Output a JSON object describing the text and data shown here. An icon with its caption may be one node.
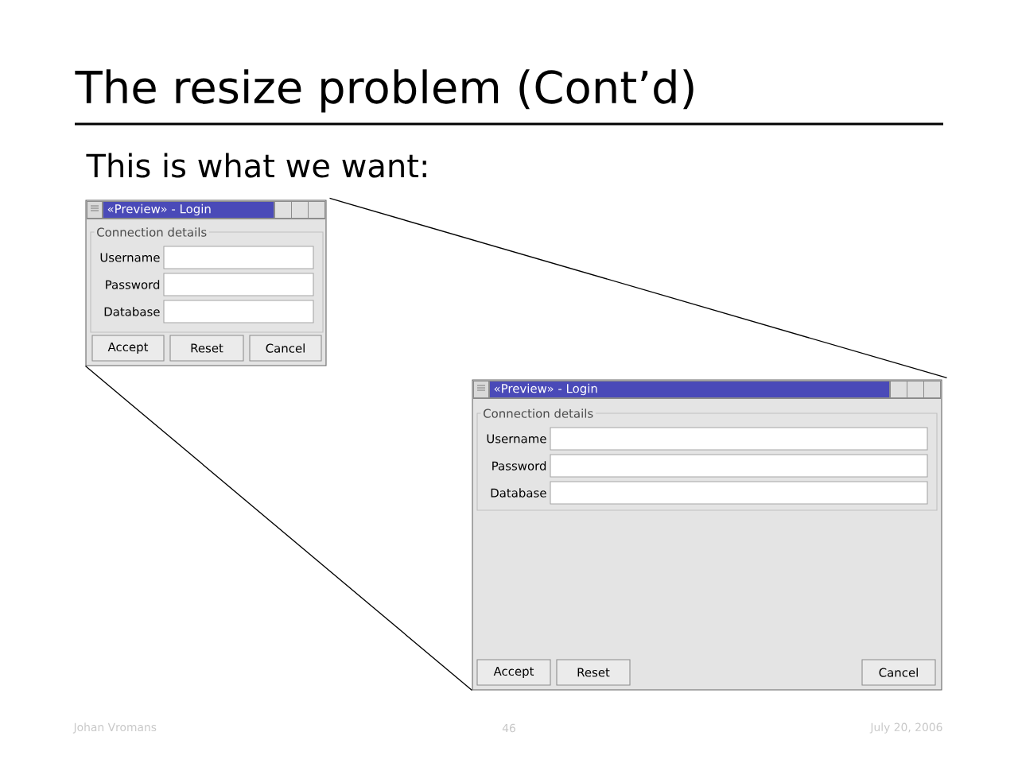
{
  "diagram": {
    "title": "The resize problem (Cont’d)",
    "nodes": [
      {
        "text": [
          "«Preview» - Login"
        ]
      },
      {
        "text": [
          "Connection details"
        ],
        "in": 0
      },
      {
        "text": [],
        "shape": "box",
        "in": 1,
        "beside": [
          "Username"
        ]
      },
      {
        "text": [],
        "shape": "box",
        "in": 1,
        "beside": [
          "Password"
        ]
      },
      {
        "text": [],
        "shape": "box",
        "in": 1,
        "beside": [
          "Database"
        ]
      },
      {
        "text": [
          "Accept"
        ],
        "in": 0
      },
      {
        "text": [
          "Reset"
        ],
        "in": 0
      },
      {
        "text": [
          "Cancel"
        ],
        "in": 0
      },
      {
        "text": [
          "«Preview» - Login"
        ]
      },
      {
        "text": [
          "Connection details"
        ],
        "in": 8
      },
      {
        "text": [],
        "shape": "box",
        "in": 9,
        "beside": [
          "Username"
        ]
      },
      {
        "text": [],
        "shape": "box",
        "in": 9,
        "beside": [
          "Password"
        ]
      },
      {
        "text": [],
        "shape": "box",
        "in": 9,
        "beside": [
          "Database"
        ]
      },
      {
        "text": [
          "Accept"
        ],
        "in": 8
      },
      {
        "text": [
          "Reset"
        ],
        "in": 8
      },
      {
        "text": [
          "Cancel"
        ],
        "in": 8
      }
    ],
    "edges": [
      {
        "from": 0,
        "to": 8,
        "arrow": "none"
      },
      {
        "from": 0,
        "to": 8,
        "arrow": "none"
      }
    ],
    "labels": [
      "This is what we want:",
      "Johan Vromans",
      "46",
      "July 20, 2006"
    ]
  }
}
